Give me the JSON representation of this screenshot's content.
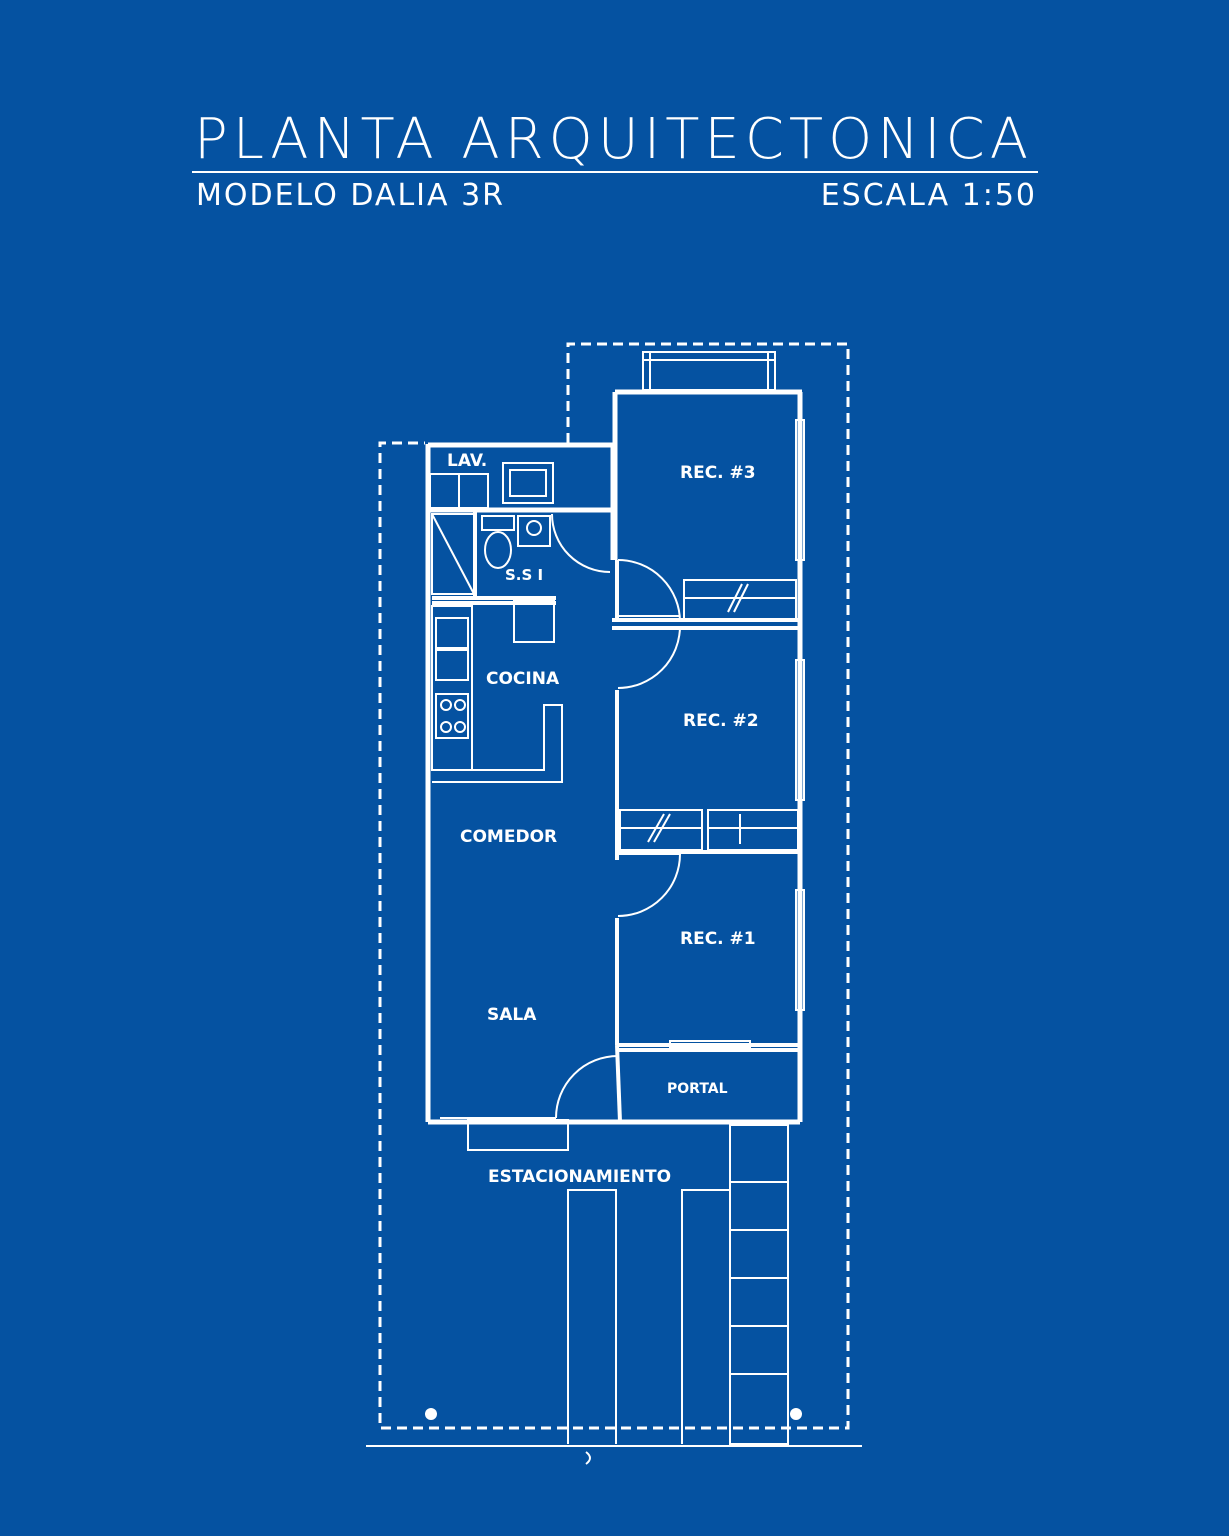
{
  "header": {
    "title": "PLANTA ARQUITECTONICA",
    "model": "MODELO DALIA 3R",
    "scale": "ESCALA 1:50"
  },
  "rooms": {
    "lav": "LAV.",
    "ssi": "S.S I",
    "cocina": "COCINA",
    "comedor": "COMEDOR",
    "sala": "SALA",
    "rec3": "REC. #3",
    "rec2": "REC. #2",
    "rec1": "REC. #1",
    "portal": "PORTAL",
    "estacionamiento": "ESTACIONAMIENTO"
  },
  "colors": {
    "background": "#0552a1",
    "lines": "#ffffff"
  }
}
